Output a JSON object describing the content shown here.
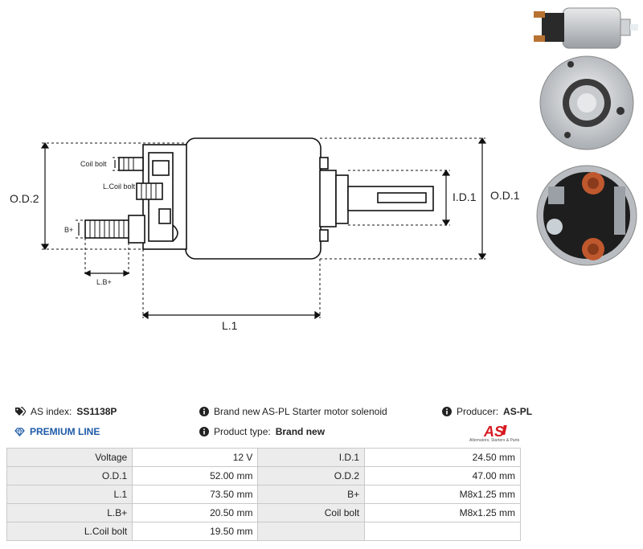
{
  "drawing": {
    "labels": {
      "od2": "O.D.2",
      "od1": "O.D.1",
      "id1": "I.D.1",
      "l1": "L.1",
      "coil_bolt": "Coil bolt",
      "l_coil_bolt": "L.Coil bolt",
      "b_plus": "B+",
      "l_b_plus": "L.B+"
    }
  },
  "info": {
    "as_index_label": "AS index:",
    "as_index_value": "SS1138P",
    "description": "Brand new AS-PL Starter motor solenoid",
    "producer_label": "Producer:",
    "producer_value": "AS-PL",
    "premium_line": "PREMIUM LINE",
    "product_type_label": "Product type:",
    "product_type_value": "Brand new",
    "logo_text": "AS",
    "logo_subtext": "Alternators, Starters & Parts"
  },
  "colors": {
    "premium": "#1e5aa8",
    "logo_red": "#d71920"
  },
  "specs": [
    {
      "l1": "Voltage",
      "v1": "12 V",
      "l2": "I.D.1",
      "v2": "24.50 mm"
    },
    {
      "l1": "O.D.1",
      "v1": "52.00 mm",
      "l2": "O.D.2",
      "v2": "47.00 mm"
    },
    {
      "l1": "L.1",
      "v1": "73.50 mm",
      "l2": "B+",
      "v2": "M8x1.25 mm"
    },
    {
      "l1": "L.B+",
      "v1": "20.50 mm",
      "l2": "Coil bolt",
      "v2": "M8x1.25 mm"
    },
    {
      "l1": "L.Coil bolt",
      "v1": "19.50 mm",
      "l2": "",
      "v2": ""
    }
  ]
}
